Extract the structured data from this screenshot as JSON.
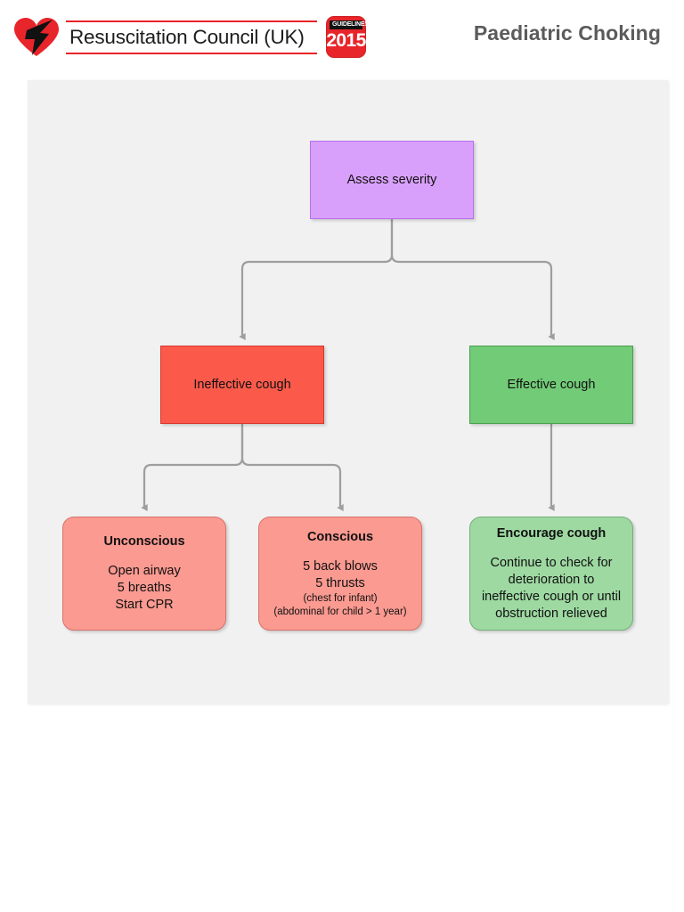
{
  "header": {
    "org_name": "Resuscitation Council (UK)",
    "badge_word": "GUIDELINES",
    "badge_year": "2015",
    "title": "Paediatric Choking",
    "logo_icon": "heart-logo-icon",
    "colors": {
      "brand_red": "#e8252a",
      "title_gray": "#5b5b5b"
    }
  },
  "chart_data": {
    "type": "diagram",
    "title": "Paediatric Choking",
    "orientation": "top-down",
    "canvas_background": "#f1f1f1",
    "edge_color": "#9e9e9e",
    "nodes": [
      {
        "id": "assess",
        "label": "Assess severity",
        "shape": "rectangle",
        "fill": "#d9a0fb",
        "stroke": "#b96ff0",
        "lines": []
      },
      {
        "id": "ineffective",
        "label": "Ineffective cough",
        "shape": "rectangle",
        "fill": "#fb5a4b",
        "stroke": "#d8362c",
        "lines": []
      },
      {
        "id": "effective",
        "label": "Effective cough",
        "shape": "rectangle",
        "fill": "#72cb77",
        "stroke": "#4a9e50",
        "lines": []
      },
      {
        "id": "unconscious",
        "label": "Unconscious",
        "shape": "rounded-rectangle",
        "fill": "#fb9a91",
        "stroke": "#d8736b",
        "lines": [
          {
            "text": "Open airway",
            "size": "normal"
          },
          {
            "text": "5 breaths",
            "size": "normal"
          },
          {
            "text": "Start CPR",
            "size": "normal"
          }
        ]
      },
      {
        "id": "conscious",
        "label": "Conscious",
        "shape": "rounded-rectangle",
        "fill": "#fb9a91",
        "stroke": "#d8736b",
        "lines": [
          {
            "text": "5 back blows",
            "size": "normal"
          },
          {
            "text": "5 thrusts",
            "size": "normal"
          },
          {
            "text": "(chest for infant)",
            "size": "small"
          },
          {
            "text": "(abdominal for child > 1 year)",
            "size": "small"
          }
        ]
      },
      {
        "id": "encourage",
        "label": "Encourage cough",
        "shape": "rounded-rectangle",
        "fill": "#9ed9a2",
        "stroke": "#71b076",
        "lines": [
          {
            "text": "Continue to check for",
            "size": "normal"
          },
          {
            "text": "deterioration to",
            "size": "normal"
          },
          {
            "text": "ineffective cough or until",
            "size": "normal"
          },
          {
            "text": "obstruction relieved",
            "size": "normal"
          }
        ]
      }
    ],
    "edges": [
      {
        "from": "assess",
        "to": "ineffective",
        "style": "orthogonal-elbow",
        "arrow": true
      },
      {
        "from": "assess",
        "to": "effective",
        "style": "orthogonal-elbow",
        "arrow": true
      },
      {
        "from": "ineffective",
        "to": "unconscious",
        "style": "orthogonal-elbow",
        "arrow": true
      },
      {
        "from": "ineffective",
        "to": "conscious",
        "style": "orthogonal-elbow",
        "arrow": true
      },
      {
        "from": "effective",
        "to": "encourage",
        "style": "straight",
        "arrow": true
      }
    ]
  }
}
